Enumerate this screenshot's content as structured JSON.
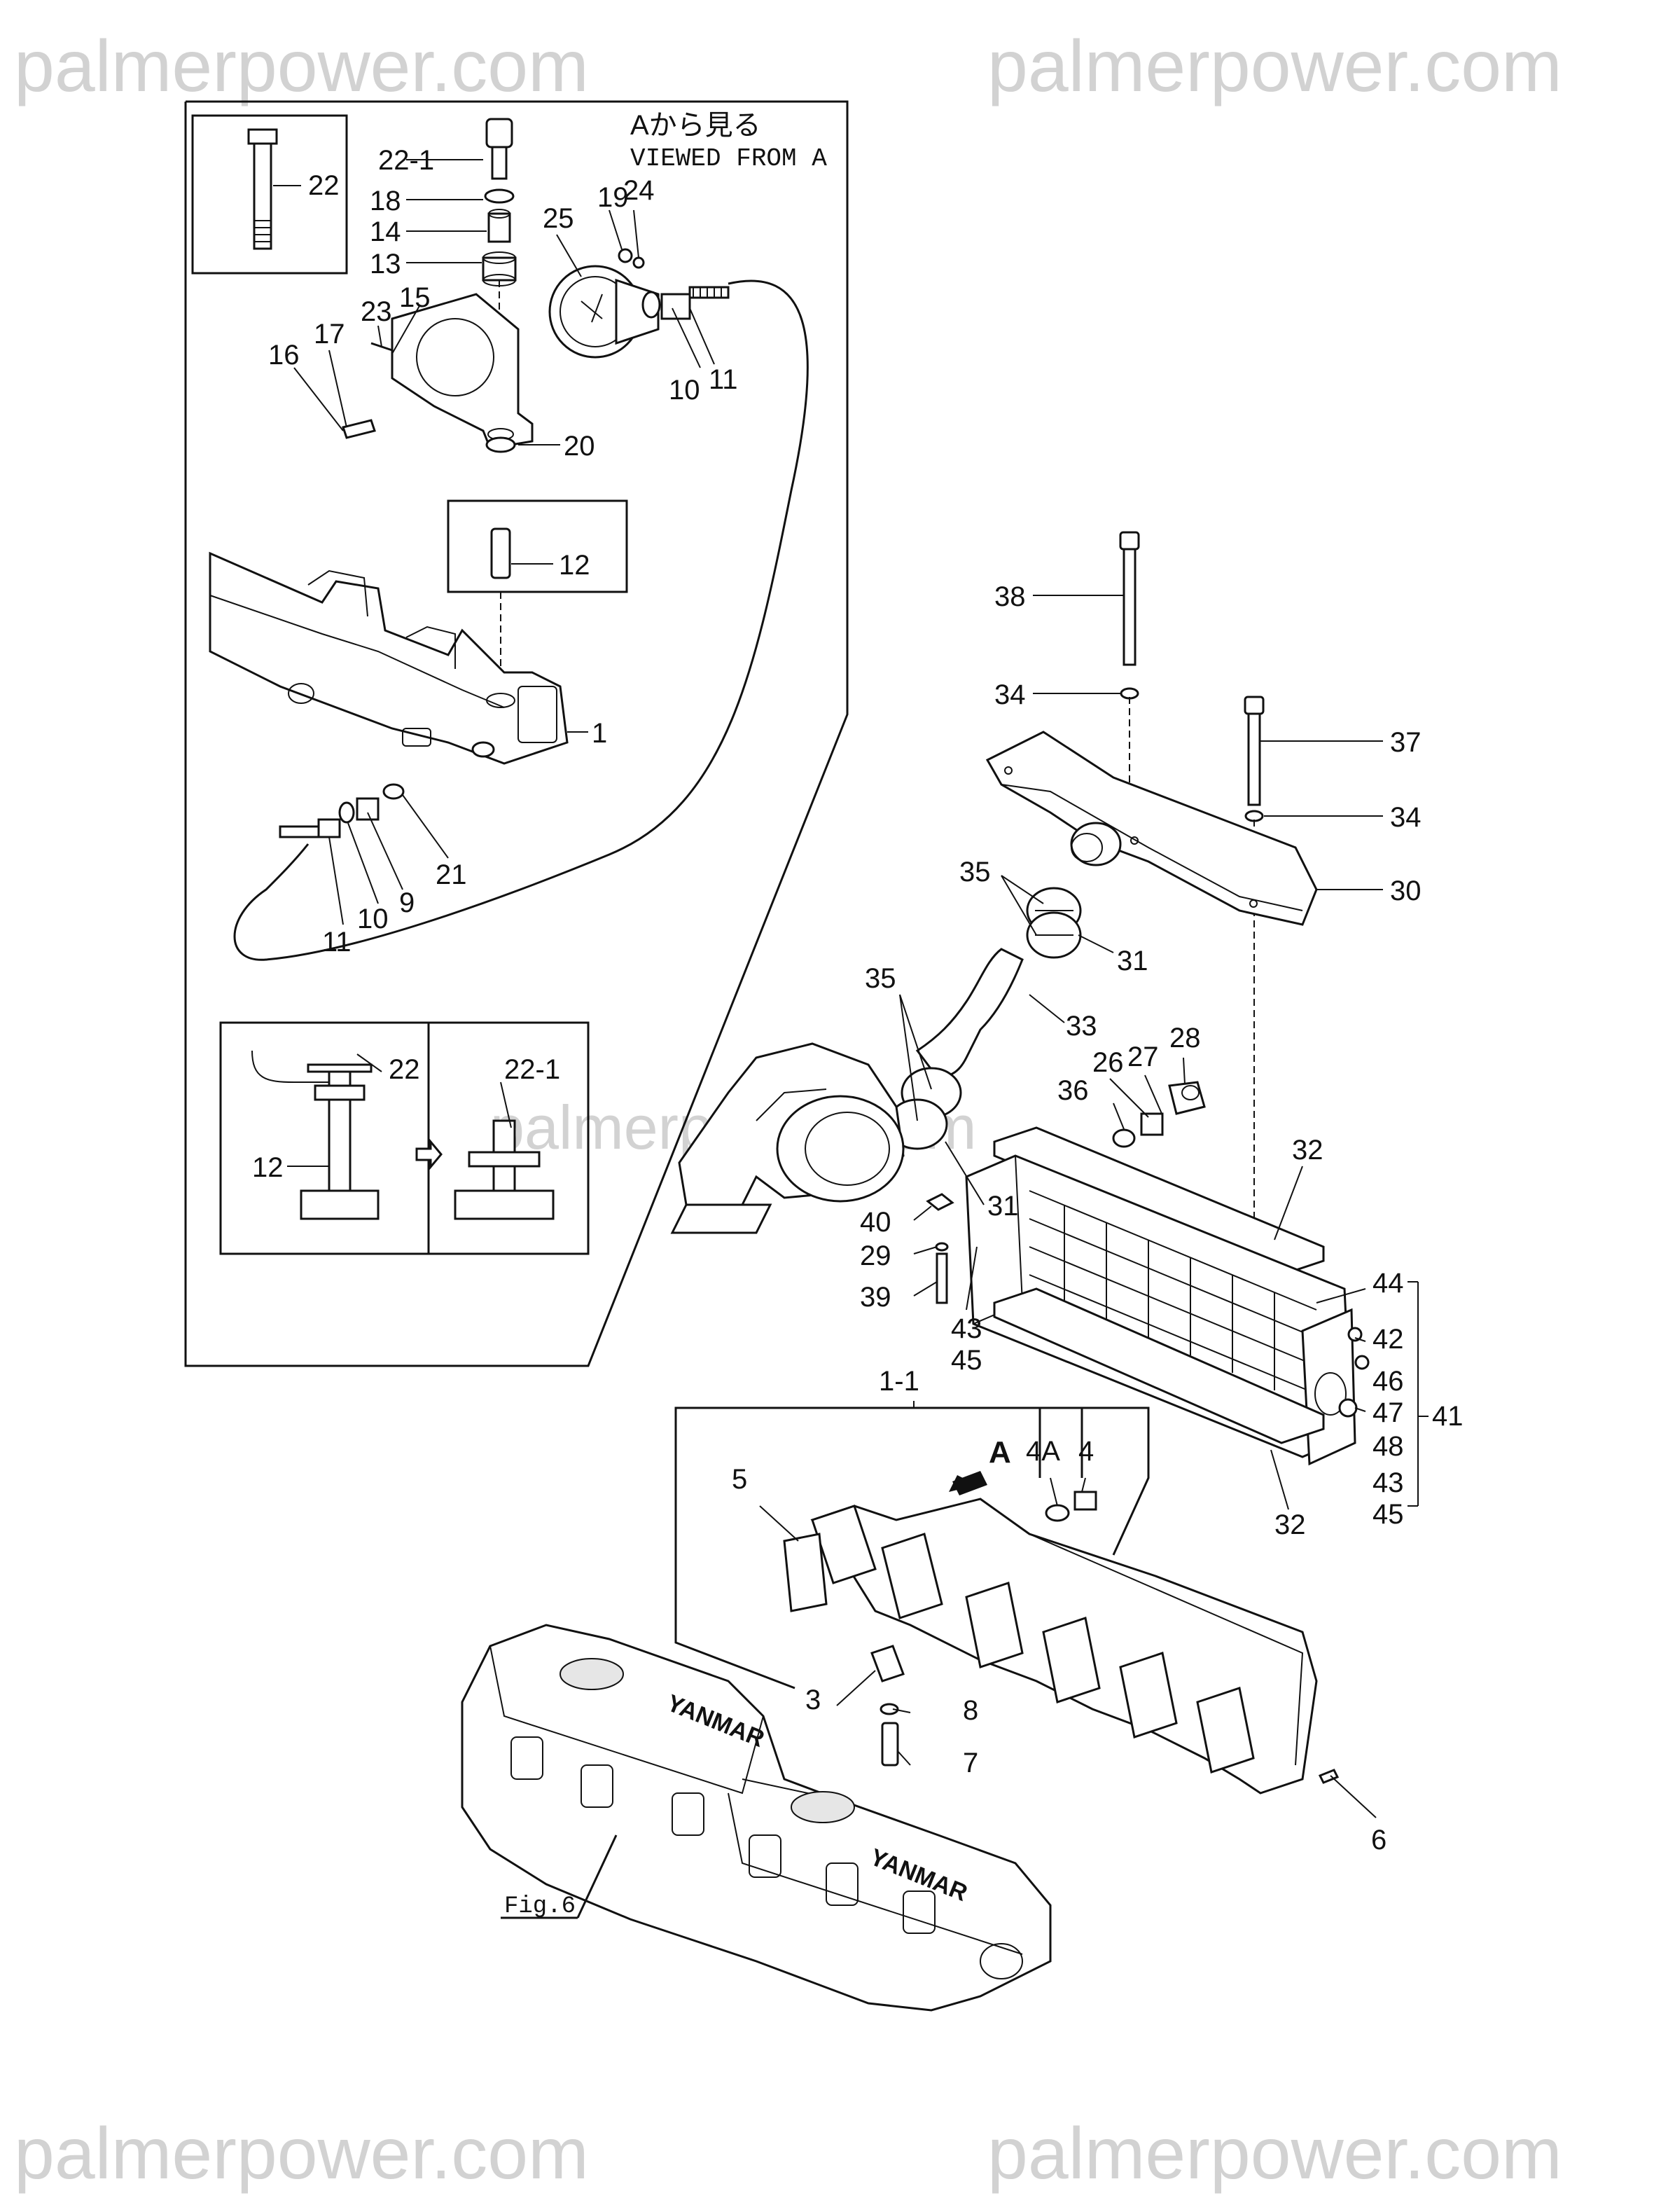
{
  "watermark": {
    "text_top_left": "palmerpower.com",
    "text_top_right": "palmerpower.com",
    "text_bottom_left": "palmerpower.com",
    "text_bottom_right": "palmerpower.com",
    "text_center": "palmerpower.com"
  },
  "inset": {
    "view_note_ja": "Aから見る",
    "view_note_en": "VIEWED FROM A"
  },
  "arrow_label": "A",
  "fig_ref": "Fig.6",
  "brand_on_cover": "YANMAR",
  "callouts": {
    "c22_box": "22",
    "c22_1": "22-1",
    "c18": "18",
    "c14": "14",
    "c13": "13",
    "c25": "25",
    "c19": "19",
    "c24": "24",
    "c23": "23",
    "c15": "15",
    "c17": "17",
    "c16": "16",
    "c10a": "10",
    "c11a": "11",
    "c20": "20",
    "c12": "12",
    "c1": "1",
    "c21": "21",
    "c9": "9",
    "c10b": "10",
    "c11b": "11",
    "c22_detail": "22",
    "c22_1_detail": "22-1",
    "c12_detail": "12",
    "c38": "38",
    "c34a": "34",
    "c37": "37",
    "c34b": "34",
    "c30": "30",
    "c35a": "35",
    "c31a": "31",
    "c33": "33",
    "c35b": "35",
    "c31b": "31",
    "c28": "28",
    "c26": "26",
    "c27": "27",
    "c36": "36",
    "c32a": "32",
    "c40": "40",
    "c29": "29",
    "c39": "39",
    "c43a": "43",
    "c45a": "45",
    "c44": "44",
    "c42": "42",
    "c46": "46",
    "c47": "47",
    "c48": "48",
    "c41": "41",
    "c43b": "43",
    "c45b": "45",
    "c32b": "32",
    "c1_1": "1-1",
    "c4A": "4A",
    "c4": "4",
    "c5": "5",
    "c3": "3",
    "c8": "8",
    "c7": "7",
    "c6": "6"
  }
}
